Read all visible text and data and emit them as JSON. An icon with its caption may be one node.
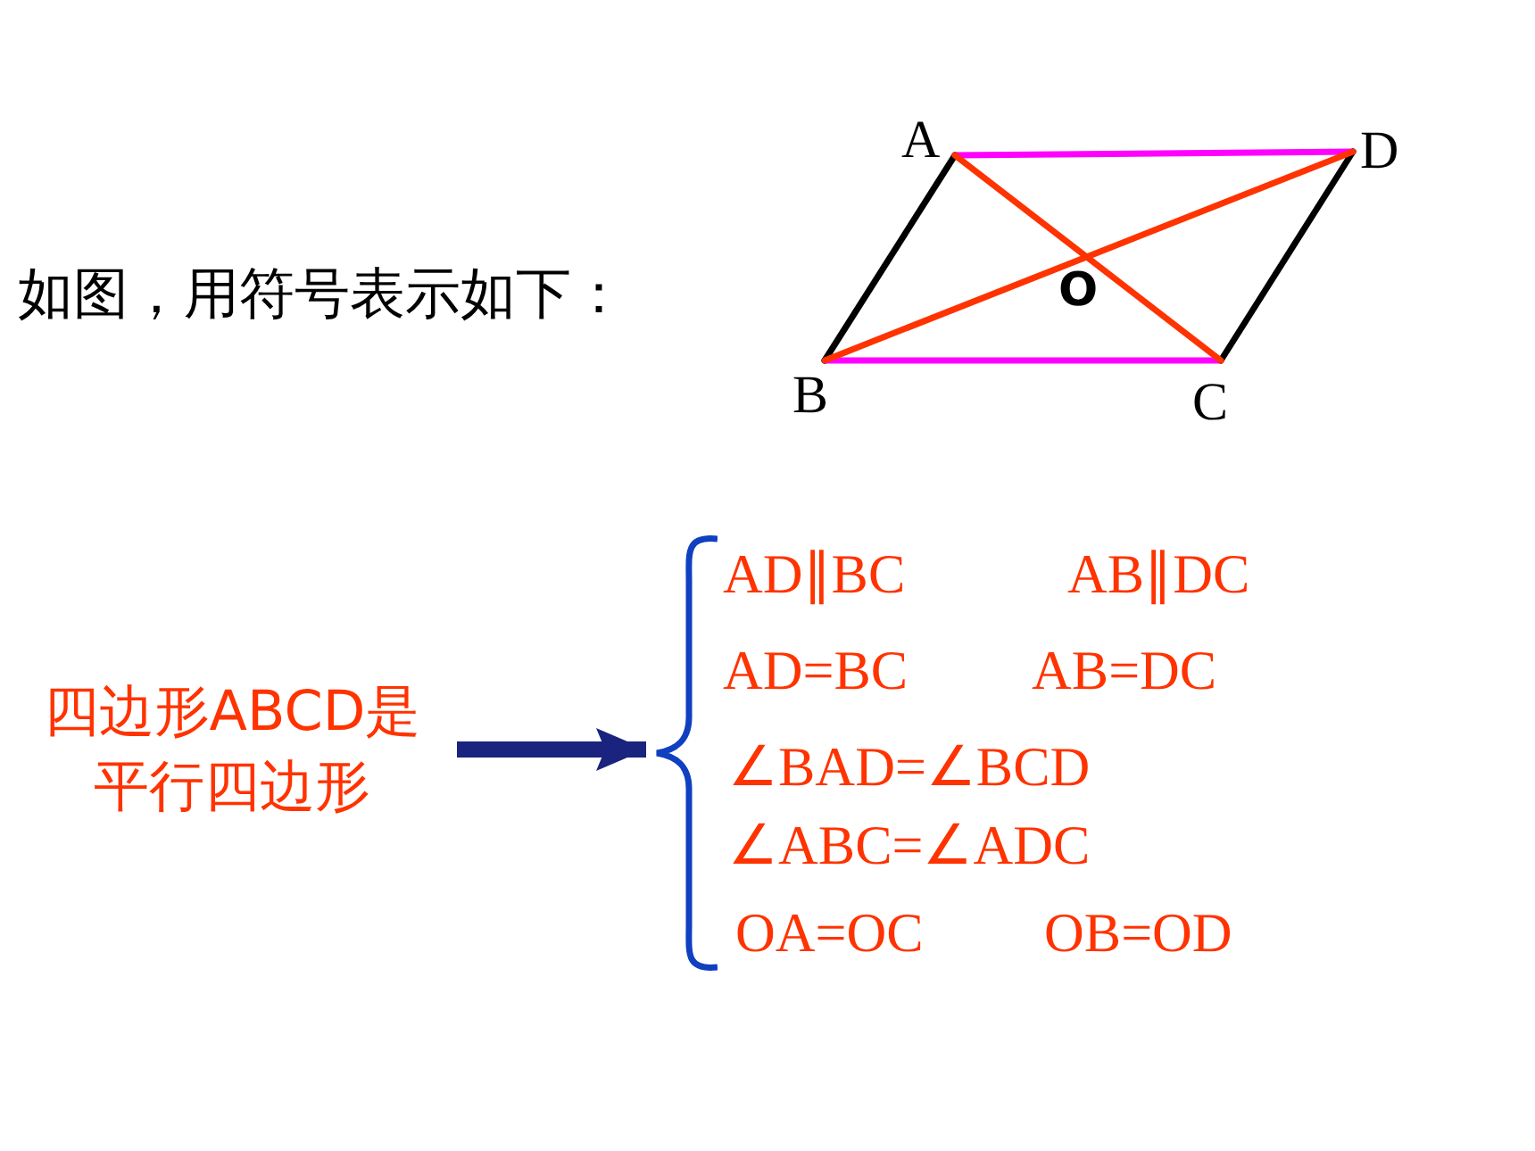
{
  "diagram": {
    "nodes": [
      {
        "text": [
          "四边形ABCD是平行四边形"
        ]
      },
      {
        "text": [
          "AD∥BC",
          "AB∥DC",
          "AD=BC",
          "AB=DC",
          "∠BAD=∠BCD",
          "∠ABC=∠ADC",
          "OA=OC",
          "OB=OD"
        ]
      }
    ],
    "edges": [
      {
        "from": 0,
        "to": 1,
        "arrow": "to"
      }
    ],
    "labels": [
      "如图，用符号表示如下：",
      "A",
      "D",
      "O",
      "B",
      "C"
    ]
  }
}
